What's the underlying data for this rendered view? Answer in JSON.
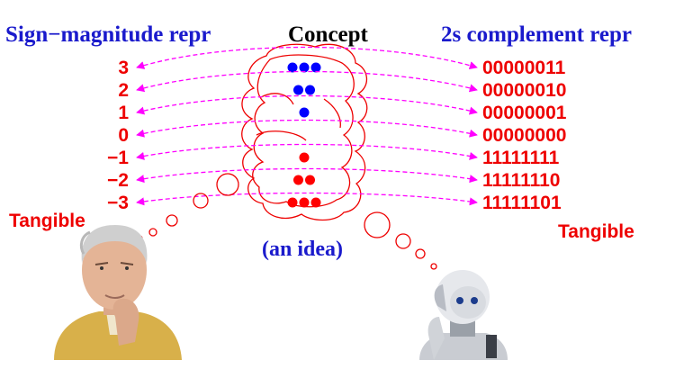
{
  "headers": {
    "left": "Sign−magnitude repr",
    "center": "Concept",
    "right": "2s complement repr"
  },
  "rows": [
    {
      "sm": "3",
      "dots": 3,
      "dot_color": "#0000ff",
      "tc": "00000011"
    },
    {
      "sm": "2",
      "dots": 2,
      "dot_color": "#0000ff",
      "tc": "00000010"
    },
    {
      "sm": "1",
      "dots": 1,
      "dot_color": "#0000ff",
      "tc": "00000001"
    },
    {
      "sm": "0",
      "dots": 0,
      "dot_color": "#0000ff",
      "tc": "00000000"
    },
    {
      "sm": "−1",
      "dots": 1,
      "dot_color": "#ff0000",
      "tc": "11111111"
    },
    {
      "sm": "−2",
      "dots": 2,
      "dot_color": "#ff0000",
      "tc": "11111110"
    },
    {
      "sm": "−3",
      "dots": 3,
      "dot_color": "#ff0000",
      "tc": "11111101"
    }
  ],
  "labels": {
    "tangible_left": "Tangible",
    "tangible_right": "Tangible",
    "idea": "(an idea)"
  },
  "colors": {
    "header_blue": "#1a1acc",
    "number_red": "#ee0000",
    "arrow": "#ff00ff",
    "cloud": "#ee0000"
  },
  "icons": {
    "human": "thinking-man-photo",
    "robot": "thinking-robot-photo"
  }
}
